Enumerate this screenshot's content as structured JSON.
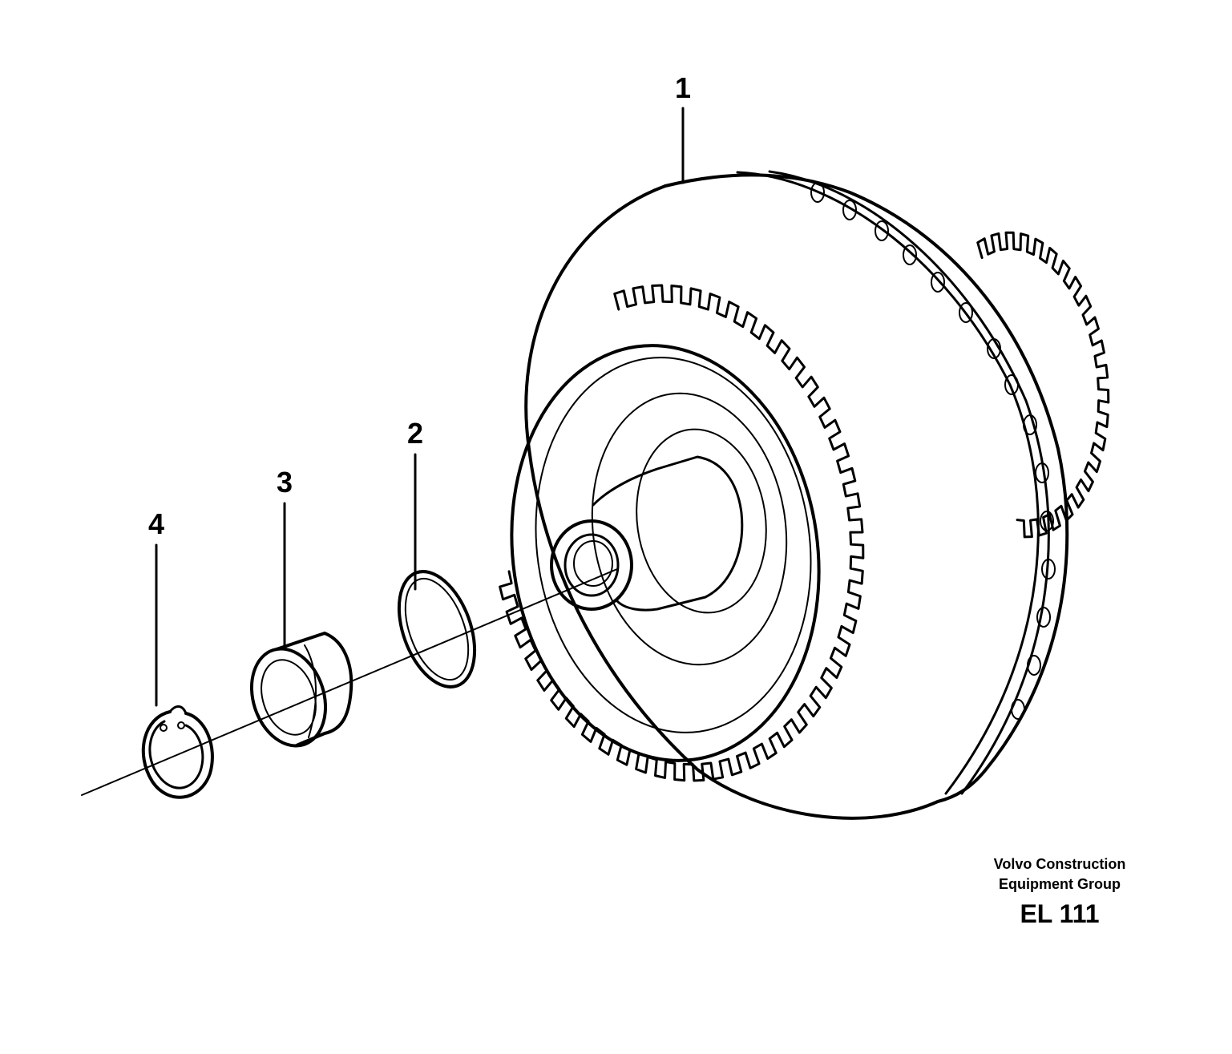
{
  "callouts": [
    {
      "id": "1",
      "text": "1"
    },
    {
      "id": "2",
      "text": "2"
    },
    {
      "id": "3",
      "text": "3"
    },
    {
      "id": "4",
      "text": "4"
    }
  ],
  "caption": {
    "line1": "Volvo Construction",
    "line2": "Equipment Group",
    "code": "EL 111"
  }
}
